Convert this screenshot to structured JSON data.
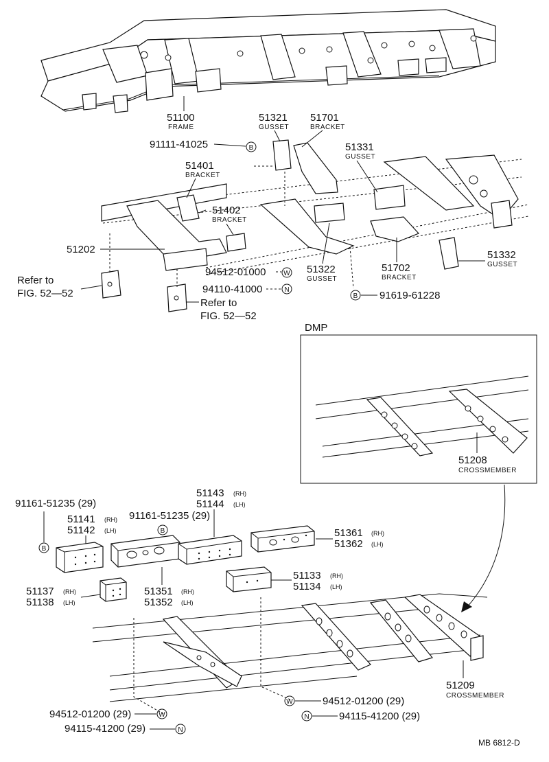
{
  "labels": {
    "frame_num": "51100",
    "frame_cap": "FRAME",
    "gusset51321_num": "51321",
    "gusset51321_cap": "GUSSET",
    "bracket51701_num": "51701",
    "bracket51701_cap": "BRACKET",
    "bolt91111": "91111-41025",
    "gusset51331_num": "51331",
    "gusset51331_cap": "GUSSET",
    "bracket51401_num": "51401",
    "bracket51401_cap": "BRACKET",
    "bracket51402_num": "51402",
    "bracket51402_cap": "BRACKET",
    "cross51202": "51202",
    "washer94512a": "94512-01000",
    "nut94110": "94110-41000",
    "gusset51322_num": "51322",
    "gusset51322_cap": "GUSSET",
    "bracket51702_num": "51702",
    "bracket51702_cap": "BRACKET",
    "gusset51332_num": "51332",
    "gusset51332_cap": "GUSSET",
    "bolt91619": "91619-61228",
    "refer1_a": "Refer to",
    "refer1_b": "FIG. 52—52",
    "refer2_a": "Refer to",
    "refer2_b": "FIG. 52—52",
    "dmp": "DMP",
    "cross51208_num": "51208",
    "cross51208_cap": "CROSSMEMBER",
    "bolt91161a": "91161-51235 (29)",
    "bolt91161b": "91161-51235 (29)",
    "p51141": "51141",
    "p51142": "51142",
    "p51143": "51143",
    "p51144": "51144",
    "p51361": "51361",
    "p51362": "51362",
    "p51137": "51137",
    "p51138": "51138",
    "p51351": "51351",
    "p51352": "51352",
    "p51133": "51133",
    "p51134": "51134",
    "cross51209_num": "51209",
    "cross51209_cap": "CROSSMEMBER",
    "washer94512b": "94512-01200 (29)",
    "washer94512c": "94512-01200 (29)",
    "nut94115a": "94115-41200 (29)",
    "nut94115b": "94115-41200 (29)",
    "rh": "(RH)",
    "lh": "(LH)",
    "symbol_b": "B",
    "symbol_w": "W",
    "symbol_n": "N",
    "footer": "MB  6812-D"
  }
}
